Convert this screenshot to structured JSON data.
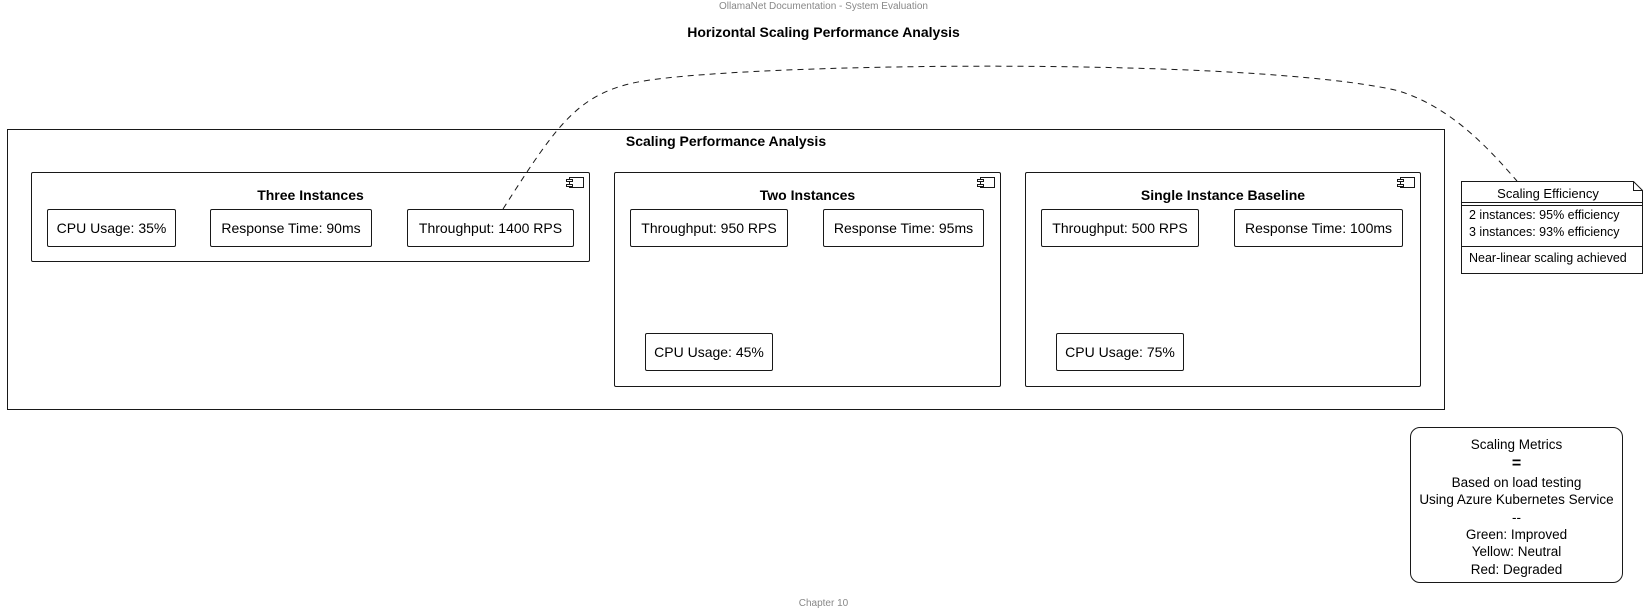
{
  "header": "OllamaNet Documentation - System Evaluation",
  "title": "Horizontal Scaling Performance Analysis",
  "footer": "Chapter 10",
  "frame": {
    "title": "Scaling Performance Analysis"
  },
  "components": {
    "three": {
      "title": "Three Instances",
      "cpu": "CPU Usage: 35%",
      "response": "Response Time: 90ms",
      "throughput": "Throughput: 1400 RPS"
    },
    "two": {
      "title": "Two Instances",
      "throughput": "Throughput: 950 RPS",
      "response": "Response Time: 95ms",
      "cpu": "CPU Usage: 45%"
    },
    "single": {
      "title": "Single Instance Baseline",
      "throughput": "Throughput: 500 RPS",
      "response": "Response Time: 100ms",
      "cpu": "CPU Usage: 75%"
    }
  },
  "note": {
    "title": "Scaling Efficiency",
    "lines": [
      "2 instances: 95% efficiency",
      "3 instances: 93% efficiency"
    ],
    "footer": "Near-linear scaling achieved"
  },
  "legend": {
    "title": "Scaling Metrics",
    "eq": "=",
    "line1": "Based on load testing",
    "line2": "Using Azure Kubernetes Service",
    "sep": "--",
    "green": "Green: Improved",
    "yellow": "Yellow: Neutral",
    "red": "Red: Degraded"
  }
}
